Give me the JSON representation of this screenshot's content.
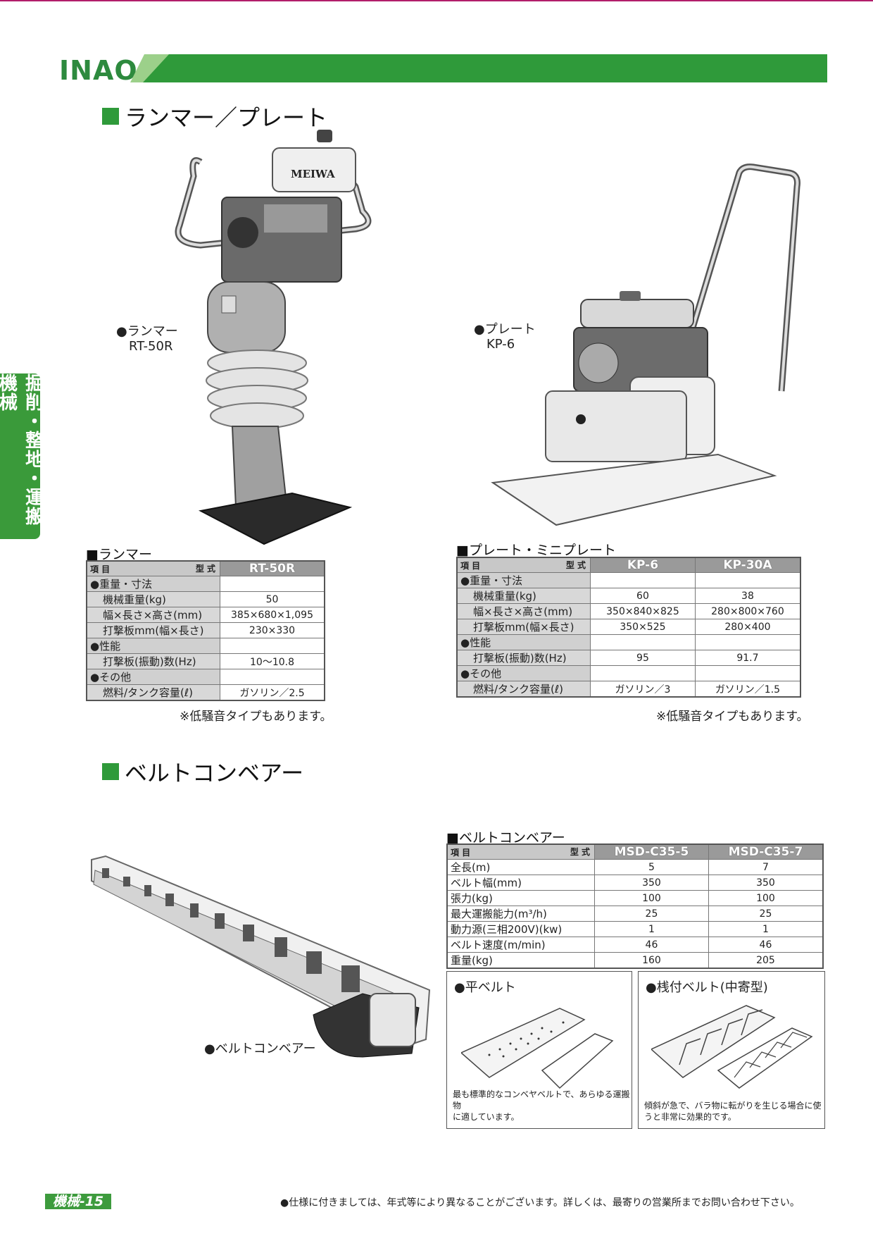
{
  "header": {
    "logo": "INAO",
    "accent_color": "#2f9a3a"
  },
  "side_tab": {
    "label": "掘削・整地・運搬機械"
  },
  "section1": {
    "title": "ランマー／プレート"
  },
  "rammer": {
    "caption_line1": "●ランマー",
    "caption_line2": "RT-50R",
    "engine_brand": "MEIWA",
    "table_title": "■ランマー",
    "corner_item": "項 目",
    "corner_model": "型 式",
    "model": "RT-50R",
    "rows": [
      {
        "label": "●重量・寸法",
        "value": ""
      },
      {
        "label": "機械重量(kg)",
        "value": "50"
      },
      {
        "label": "幅×長さ×高さ(mm)",
        "value": "385×680×1,095"
      },
      {
        "label": "打撃板mm(幅×長さ)",
        "value": "230×330"
      },
      {
        "label": "●性能",
        "value": ""
      },
      {
        "label": "打撃板(振動)数(Hz)",
        "value": "10～10.8"
      },
      {
        "label": "●その他",
        "value": ""
      },
      {
        "label": "燃料/タンク容量(ℓ)",
        "value": "ガソリン／2.5"
      }
    ],
    "note": "※低騒音タイプもあります。"
  },
  "plate": {
    "caption_line1": "●プレート",
    "caption_line2": "KP-6",
    "table_title": "■プレート・ミニプレート",
    "corner_item": "項 目",
    "corner_model": "型 式",
    "models": [
      "KP-6",
      "KP-30A"
    ],
    "rows": [
      {
        "label": "●重量・寸法",
        "values": [
          "",
          ""
        ]
      },
      {
        "label": "機械重量(kg)",
        "values": [
          "60",
          "38"
        ]
      },
      {
        "label": "幅×長さ×高さ(mm)",
        "values": [
          "350×840×825",
          "280×800×760"
        ]
      },
      {
        "label": "打撃板mm(幅×長さ)",
        "values": [
          "350×525",
          "280×400"
        ]
      },
      {
        "label": "●性能",
        "values": [
          "",
          ""
        ]
      },
      {
        "label": "打撃板(振動)数(Hz)",
        "values": [
          "95",
          "91.7"
        ]
      },
      {
        "label": "●その他",
        "values": [
          "",
          ""
        ]
      },
      {
        "label": "燃料/タンク容量(ℓ)",
        "values": [
          "ガソリン／3",
          "ガソリン／1.5"
        ]
      }
    ],
    "note": "※低騒音タイプもあります。"
  },
  "section2": {
    "title": "ベルトコンベアー"
  },
  "conveyor": {
    "caption": "●ベルトコンベアー",
    "table_title": "■ベルトコンベアー",
    "corner_item": "項 目",
    "corner_model": "型 式",
    "models": [
      "MSD-C35-5",
      "MSD-C35-7"
    ],
    "rows": [
      {
        "label": "全長(m)",
        "values": [
          "5",
          "7"
        ]
      },
      {
        "label": "ベルト幅(mm)",
        "values": [
          "350",
          "350"
        ]
      },
      {
        "label": "張力(kg)",
        "values": [
          "100",
          "100"
        ]
      },
      {
        "label": "最大運搬能力(m³/h)",
        "values": [
          "25",
          "25"
        ]
      },
      {
        "label": "動力源(三相200V)(kw)",
        "values": [
          "1",
          "1"
        ]
      },
      {
        "label": "ベルト速度(m/min)",
        "values": [
          "46",
          "46"
        ]
      },
      {
        "label": "重量(kg)",
        "values": [
          "160",
          "205"
        ]
      }
    ]
  },
  "belts": {
    "flat_title": "●平ベルト",
    "flat_desc_line1": "最も標準的なコンベヤベルトで、あらゆる運搬物",
    "flat_desc_line2": "に適しています。",
    "cleat_title": "●桟付ベルト(中寄型)",
    "cleat_desc_line1": "傾斜が急で、バラ物に転がりを生じる場合に使",
    "cleat_desc_line2": "うと非常に効果的です。"
  },
  "footer": {
    "page_number": "機械-15",
    "disclaimer": "●仕様に付きましては、年式等により異なることがございます。詳しくは、最寄りの営業所までお問い合わせ下さい。"
  }
}
